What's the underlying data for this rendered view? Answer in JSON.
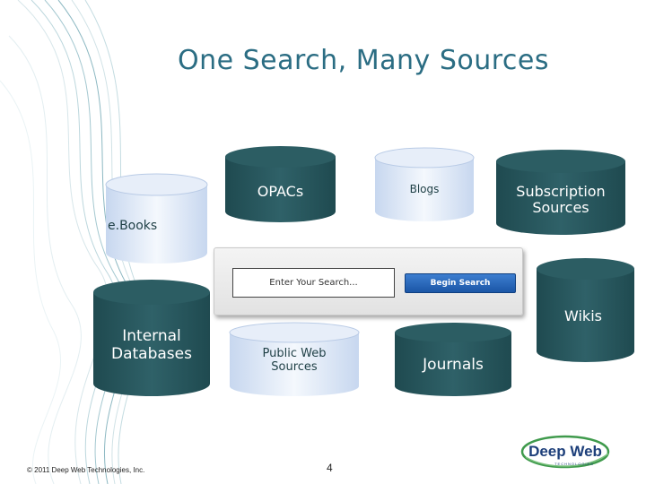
{
  "title": "One Search, Many Sources",
  "sources": {
    "opacs": "OPACs",
    "blogs": "Blogs",
    "subscription": "Subscription Sources",
    "ebooks": "e.Books",
    "wikis": "Wikis",
    "internal": "Internal Databases",
    "public_web": "Public Web Sources",
    "journals": "Journals"
  },
  "search": {
    "placeholder": "Enter Your Search...",
    "button_label": "Begin Search"
  },
  "footer": {
    "copyright": "© 2011 Deep Web Technologies, Inc.",
    "page_number": "4"
  },
  "logo": {
    "text": "Deep Web",
    "subtext": "TECHNOLOGIES"
  },
  "colors": {
    "title": "#2b6d83",
    "dark_cylinder": "#245056",
    "light_cylinder": "#dce7f6",
    "button": "#2360b4",
    "logo_blue": "#1d3f7a",
    "logo_green": "#3f9a4c"
  }
}
